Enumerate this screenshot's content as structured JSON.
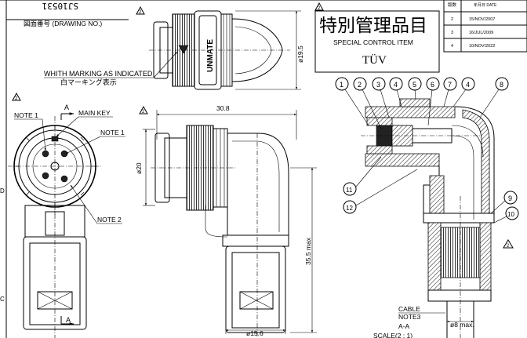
{
  "drawing_number_label": "図面番号 (DRAWING NO.)",
  "drawing_number": "SJ10531",
  "special_item": {
    "jp": "特別管理品目",
    "en": "SPECIAL CONTROL ITEM",
    "cert": "TÜV"
  },
  "revision_table": {
    "headers": [
      "版数",
      "年月日 DATE"
    ],
    "rows": [
      {
        "rev": "2",
        "date": "15/NOV/2007"
      },
      {
        "rev": "3",
        "date": "16/JUL/2009"
      },
      {
        "rev": "4",
        "date": "10/NOV/2022"
      }
    ]
  },
  "marking_note": {
    "en": "WHITH MARKING AS INDICATED",
    "jp": "白マーキング表示"
  },
  "brand_text": "UNMATE",
  "revision_triangle": "2",
  "front_view": {
    "note1": "NOTE 1",
    "main_key": "MAIN KEY",
    "note1b": "NOTE 1",
    "note2": "NOTE 2",
    "section_mark": "A"
  },
  "dimensions": {
    "length": "30.8",
    "dia_body": "ø20",
    "height": "35.5 max",
    "dia_top": "ø19.5",
    "dia_bottom": "ø15.6",
    "cable_dia": "ø8 max."
  },
  "section_view": {
    "balloons": [
      "1",
      "2",
      "3",
      "4",
      "5",
      "6",
      "7",
      "4",
      "8",
      "9",
      "10",
      "11",
      "12"
    ],
    "cable_label": "CABLE",
    "note3": "NOTE3",
    "section_label": "A-A",
    "scale": "SCALE(2 : 1)"
  },
  "border_letters": [
    "D",
    "C"
  ]
}
